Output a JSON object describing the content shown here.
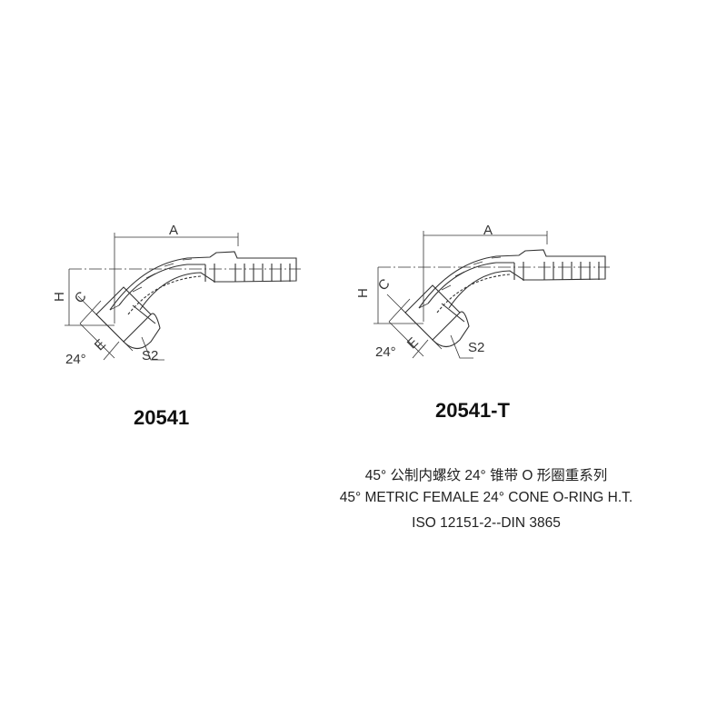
{
  "drawings": [
    {
      "part_number": "20541",
      "labels": {
        "A": "A",
        "H": "H",
        "C": "C",
        "E": "E",
        "angle": "24°",
        "S2": "S2"
      }
    },
    {
      "part_number": "20541-T",
      "labels": {
        "A": "A",
        "H": "H",
        "C": "C",
        "E": "E",
        "angle": "24°",
        "S2": "S2"
      }
    }
  ],
  "description": {
    "line_cn": "45° 公制内螺纹 24° 锥带 O 形圈重系列",
    "line_en": "45° METRIC FEMALE 24° CONE O-RING H.T.",
    "line_std": "ISO 12151-2--DIN 3865"
  }
}
